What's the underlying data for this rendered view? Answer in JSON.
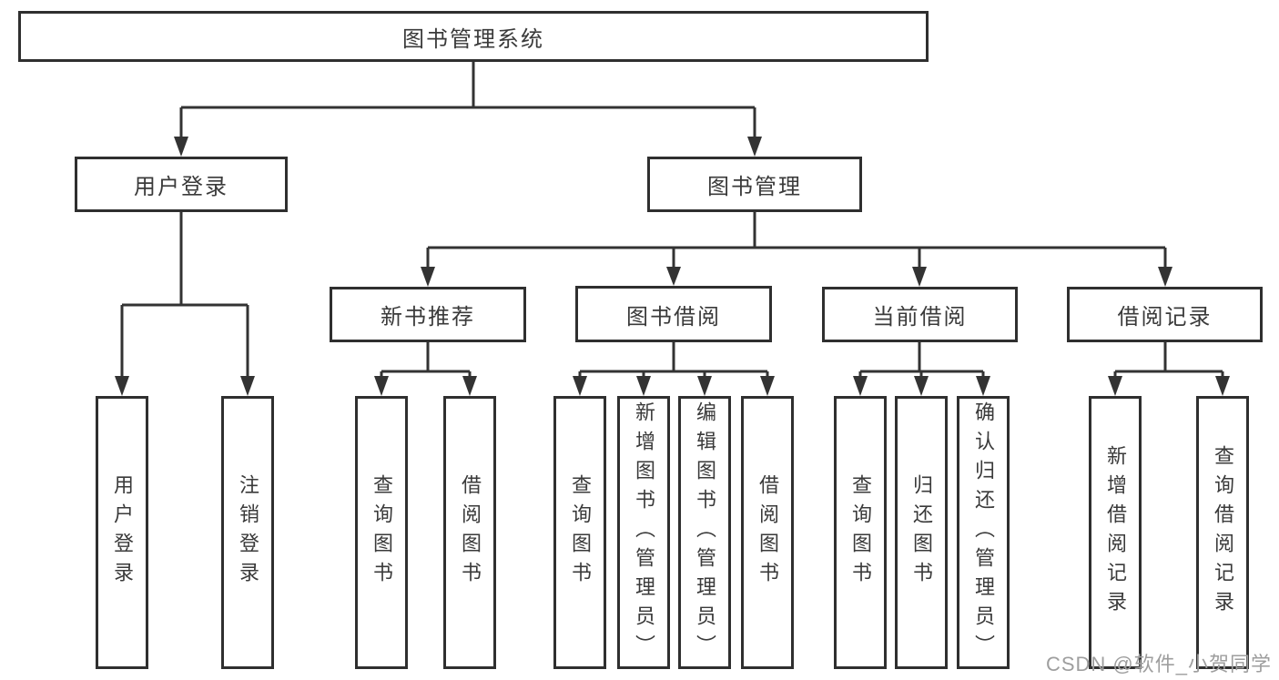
{
  "diagram_title": "图书管理系统",
  "colors": {
    "line": "#333333",
    "box_border": "#2f2f2f",
    "text": "#3a3a3a",
    "background": "#ffffff",
    "watermark": "#9e9e9e"
  },
  "watermark": {
    "text": "CSDN @软件_小贺同学"
  },
  "tree": {
    "root": {
      "label": "图书管理系统"
    },
    "level2": [
      {
        "label": "用户登录",
        "children": [
          {
            "label": "用户登录"
          },
          {
            "label": "注销登录"
          }
        ]
      },
      {
        "label": "图书管理",
        "children": [
          {
            "label": "新书推荐",
            "children": [
              {
                "label": "查询图书"
              },
              {
                "label": "借阅图书"
              }
            ]
          },
          {
            "label": "图书借阅",
            "children": [
              {
                "label": "查询图书"
              },
              {
                "label": "新增图书（管理员）"
              },
              {
                "label": "编辑图书（管理员）"
              },
              {
                "label": "借阅图书"
              }
            ]
          },
          {
            "label": "当前借阅",
            "children": [
              {
                "label": "查询图书"
              },
              {
                "label": "归还图书"
              },
              {
                "label": "确认归还（管理员）"
              }
            ]
          },
          {
            "label": "借阅记录",
            "children": [
              {
                "label": "新增借阅记录"
              },
              {
                "label": "查询借阅记录"
              }
            ]
          }
        ]
      }
    ]
  }
}
